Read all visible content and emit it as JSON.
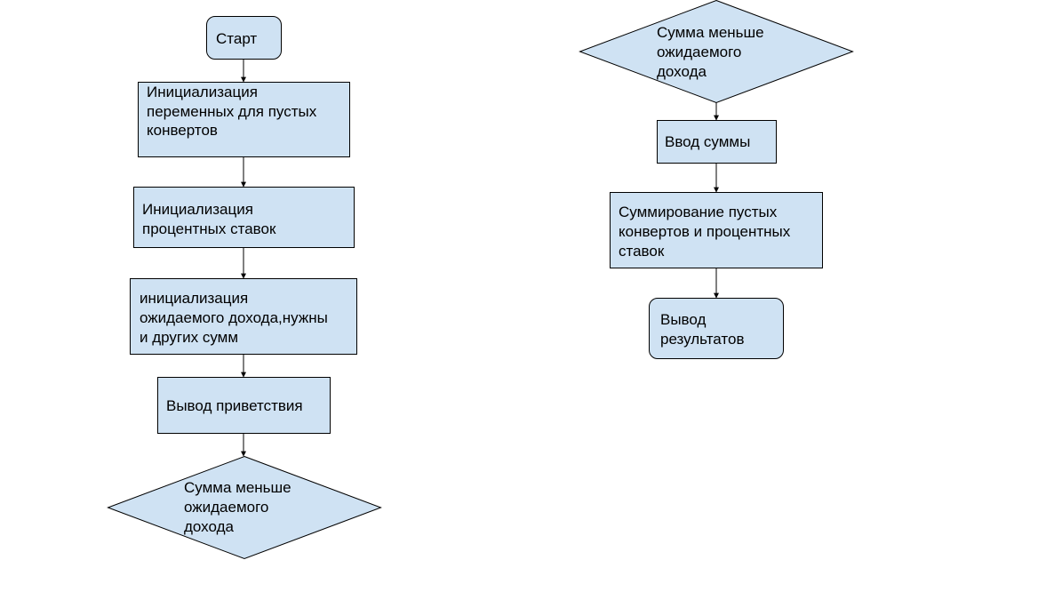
{
  "diagram": {
    "fill_color": "#cfe2f3",
    "stroke_color": "#000000",
    "left_column": {
      "start": [
        "Старт"
      ],
      "init_envelopes": [
        "Инициализация",
        "переменных для пустых",
        "конвертов"
      ],
      "init_rates": [
        "Инициализация",
        "процентных ставок"
      ],
      "init_income": [
        "инициализация",
        "ожидаемого дохода,нужны",
        "и других сумм"
      ],
      "greeting": [
        "Вывод приветствия"
      ],
      "decision": [
        "Сумма меньше",
        "ожидаемого",
        "дохода"
      ]
    },
    "right_column": {
      "decision": [
        "Сумма меньше",
        "ожидаемого",
        "дохода"
      ],
      "input_sum": [
        "Ввод суммы"
      ],
      "summation": [
        "Суммирование пустых",
        "конвертов и процентных",
        "ставок"
      ],
      "output": [
        "Вывод",
        "результатов"
      ]
    }
  }
}
